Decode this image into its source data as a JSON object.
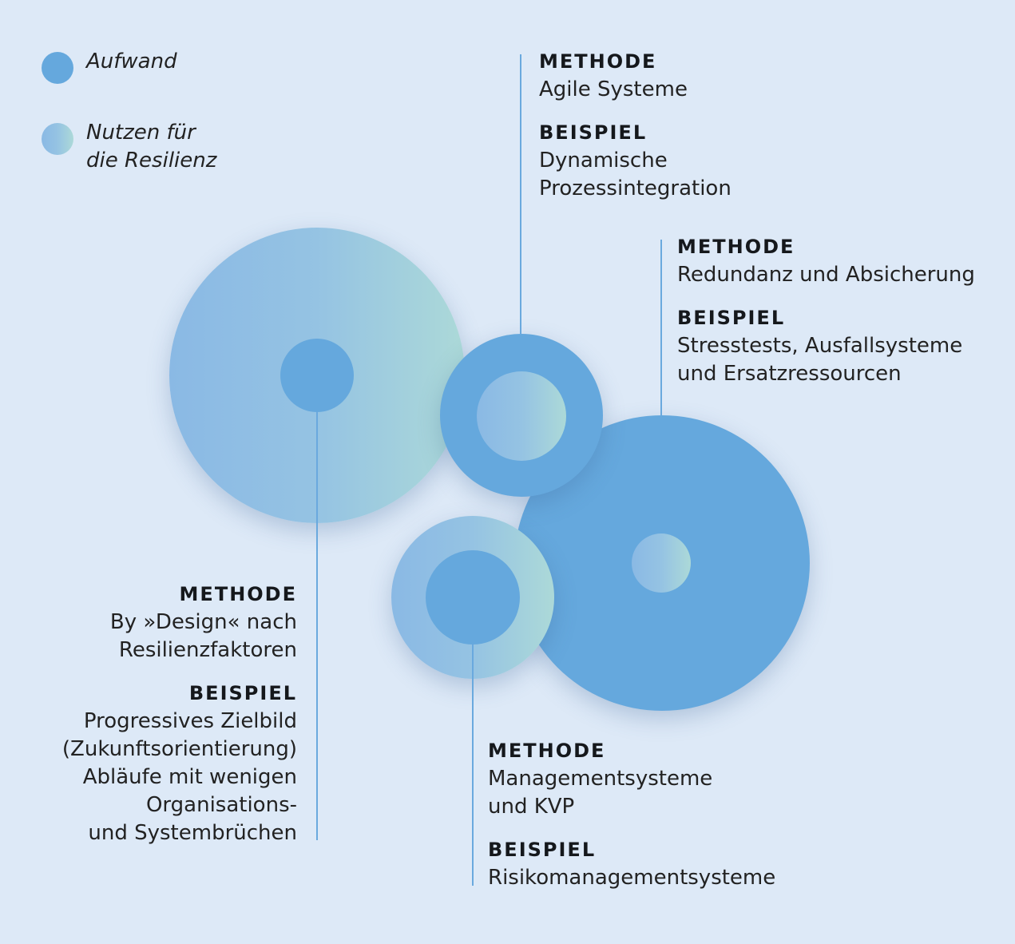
{
  "legend": {
    "effort_label": "Aufwand",
    "benefit_label_line1": "Nutzen für",
    "benefit_label_line2": "die Resilienz"
  },
  "colors": {
    "background": "#dde9f7",
    "effort": "#65a8dd",
    "benefit_gradient_start": "#8ab9e4",
    "benefit_gradient_end": "#acd9d8",
    "connector": "#6aa9de"
  },
  "blocks": {
    "agile": {
      "method_heading": "METHODE",
      "method_lines": [
        "Agile Systeme"
      ],
      "example_heading": "BEISPIEL",
      "example_lines": [
        "Dynamische",
        "Prozessintegration"
      ]
    },
    "redundancy": {
      "method_heading": "METHODE",
      "method_lines": [
        "Redundanz und Absicherung"
      ],
      "example_heading": "BEISPIEL",
      "example_lines": [
        "Stresstests, Ausfallsysteme",
        "und Ersatzressourcen"
      ]
    },
    "design": {
      "method_heading": "METHODE",
      "method_lines": [
        "By »Design« nach",
        "Resilienzfaktoren"
      ],
      "example_heading": "BEISPIEL",
      "example_lines": [
        "Progressives Zielbild",
        "(Zukunftsorientierung)",
        "Abläufe mit wenigen",
        "Organisations-",
        "und Systembrüchen"
      ]
    },
    "management": {
      "method_heading": "METHODE",
      "method_lines": [
        "Managementsysteme",
        "und KVP"
      ],
      "example_heading": "BEISPIEL",
      "example_lines": [
        "Risikomanagementsysteme"
      ]
    }
  }
}
